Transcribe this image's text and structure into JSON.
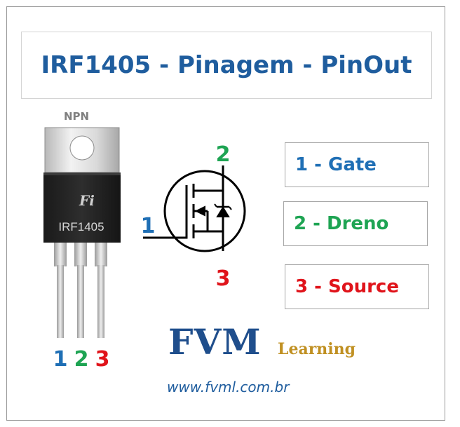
{
  "title": "IRF1405 - Pinagem - PinOut",
  "package": {
    "type_label": "NPN",
    "part_marking": "IRF1405",
    "pin_numbers": [
      "1",
      "2",
      "3"
    ]
  },
  "symbol": {
    "pin_gate": "1",
    "pin_drain": "2",
    "pin_source": "3"
  },
  "pins": [
    {
      "label": "1 - Gate",
      "color": "#1f6fb5"
    },
    {
      "label": "2 - Dreno",
      "color": "#1ea453"
    },
    {
      "label": "3 - Source",
      "color": "#e0141b"
    }
  ],
  "brand": {
    "name": "FVM",
    "subtitle": "Learning",
    "url": "www.fvml.com.br"
  },
  "colors": {
    "title": "#1f5d9e",
    "gate": "#1f6fb5",
    "drain": "#1ea453",
    "source": "#e0141b",
    "brand": "#1f4e8c",
    "brand_sub": "#c09022"
  }
}
